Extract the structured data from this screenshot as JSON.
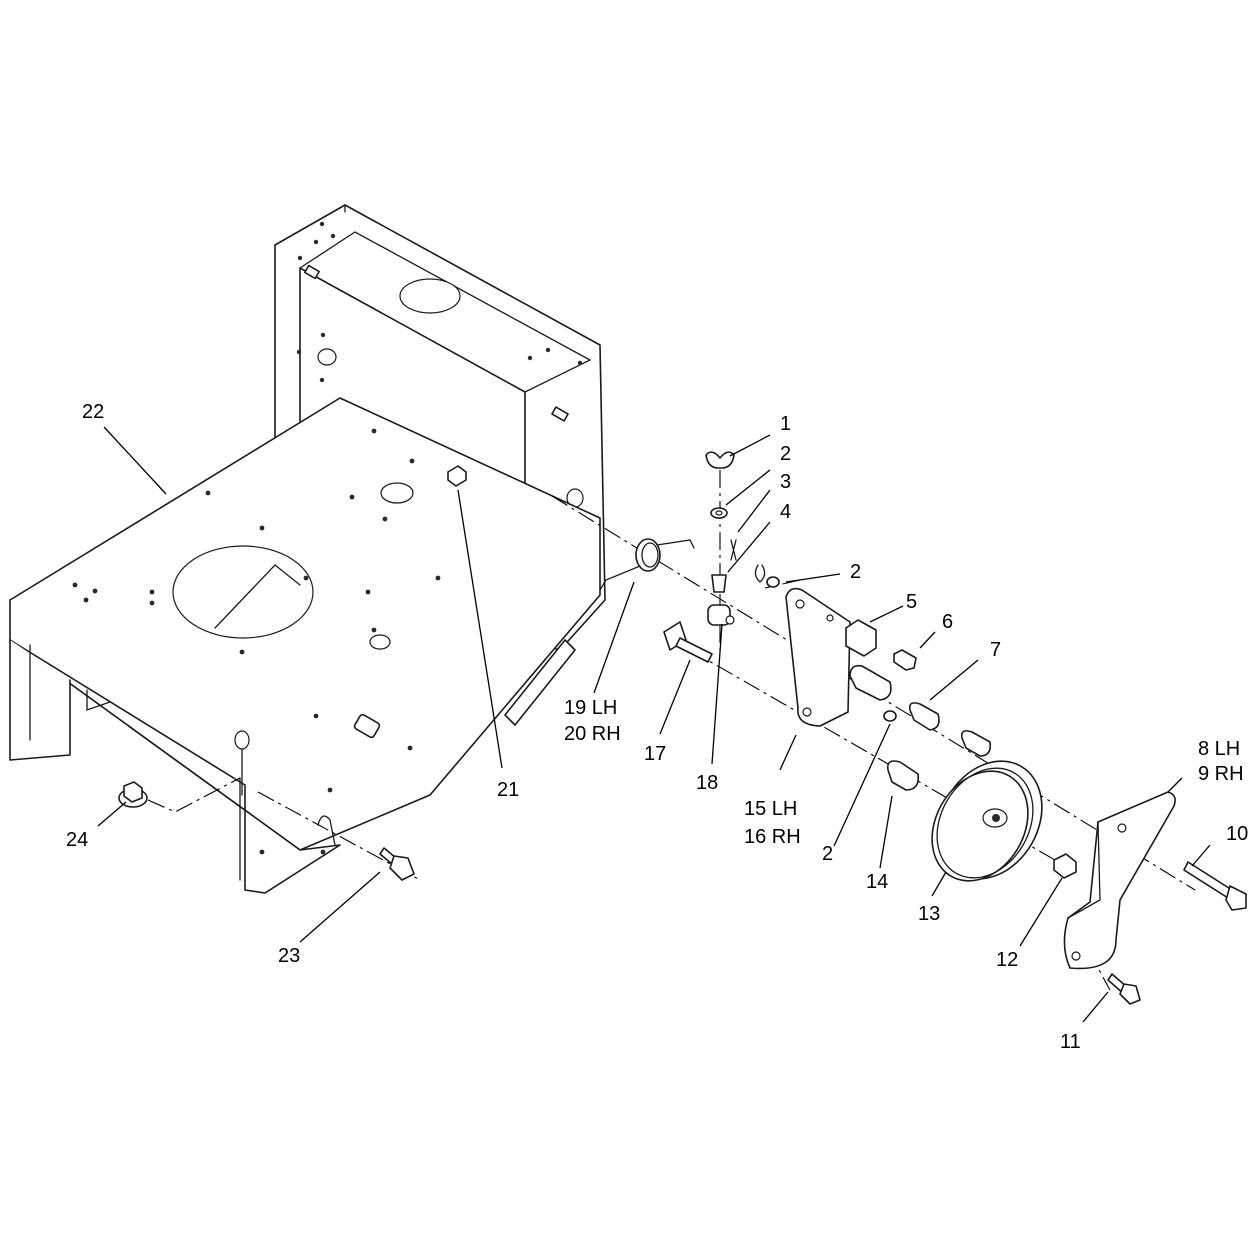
{
  "callouts": {
    "c1": "1",
    "c2_top": "2",
    "c3": "3",
    "c4": "4",
    "c2_right": "2",
    "c5": "5",
    "c6": "6",
    "c7": "7",
    "c8": "8 LH",
    "c9": "9 RH",
    "c10": "10",
    "c11": "11",
    "c12": "12",
    "c13": "13",
    "c14": "14",
    "c15": "15 LH",
    "c16": "16 RH",
    "c2_bottom": "2",
    "c17": "17",
    "c18": "18",
    "c19": "19 LH",
    "c20": "20 RH",
    "c21": "21",
    "c22": "22",
    "c23": "23",
    "c24": "24"
  }
}
